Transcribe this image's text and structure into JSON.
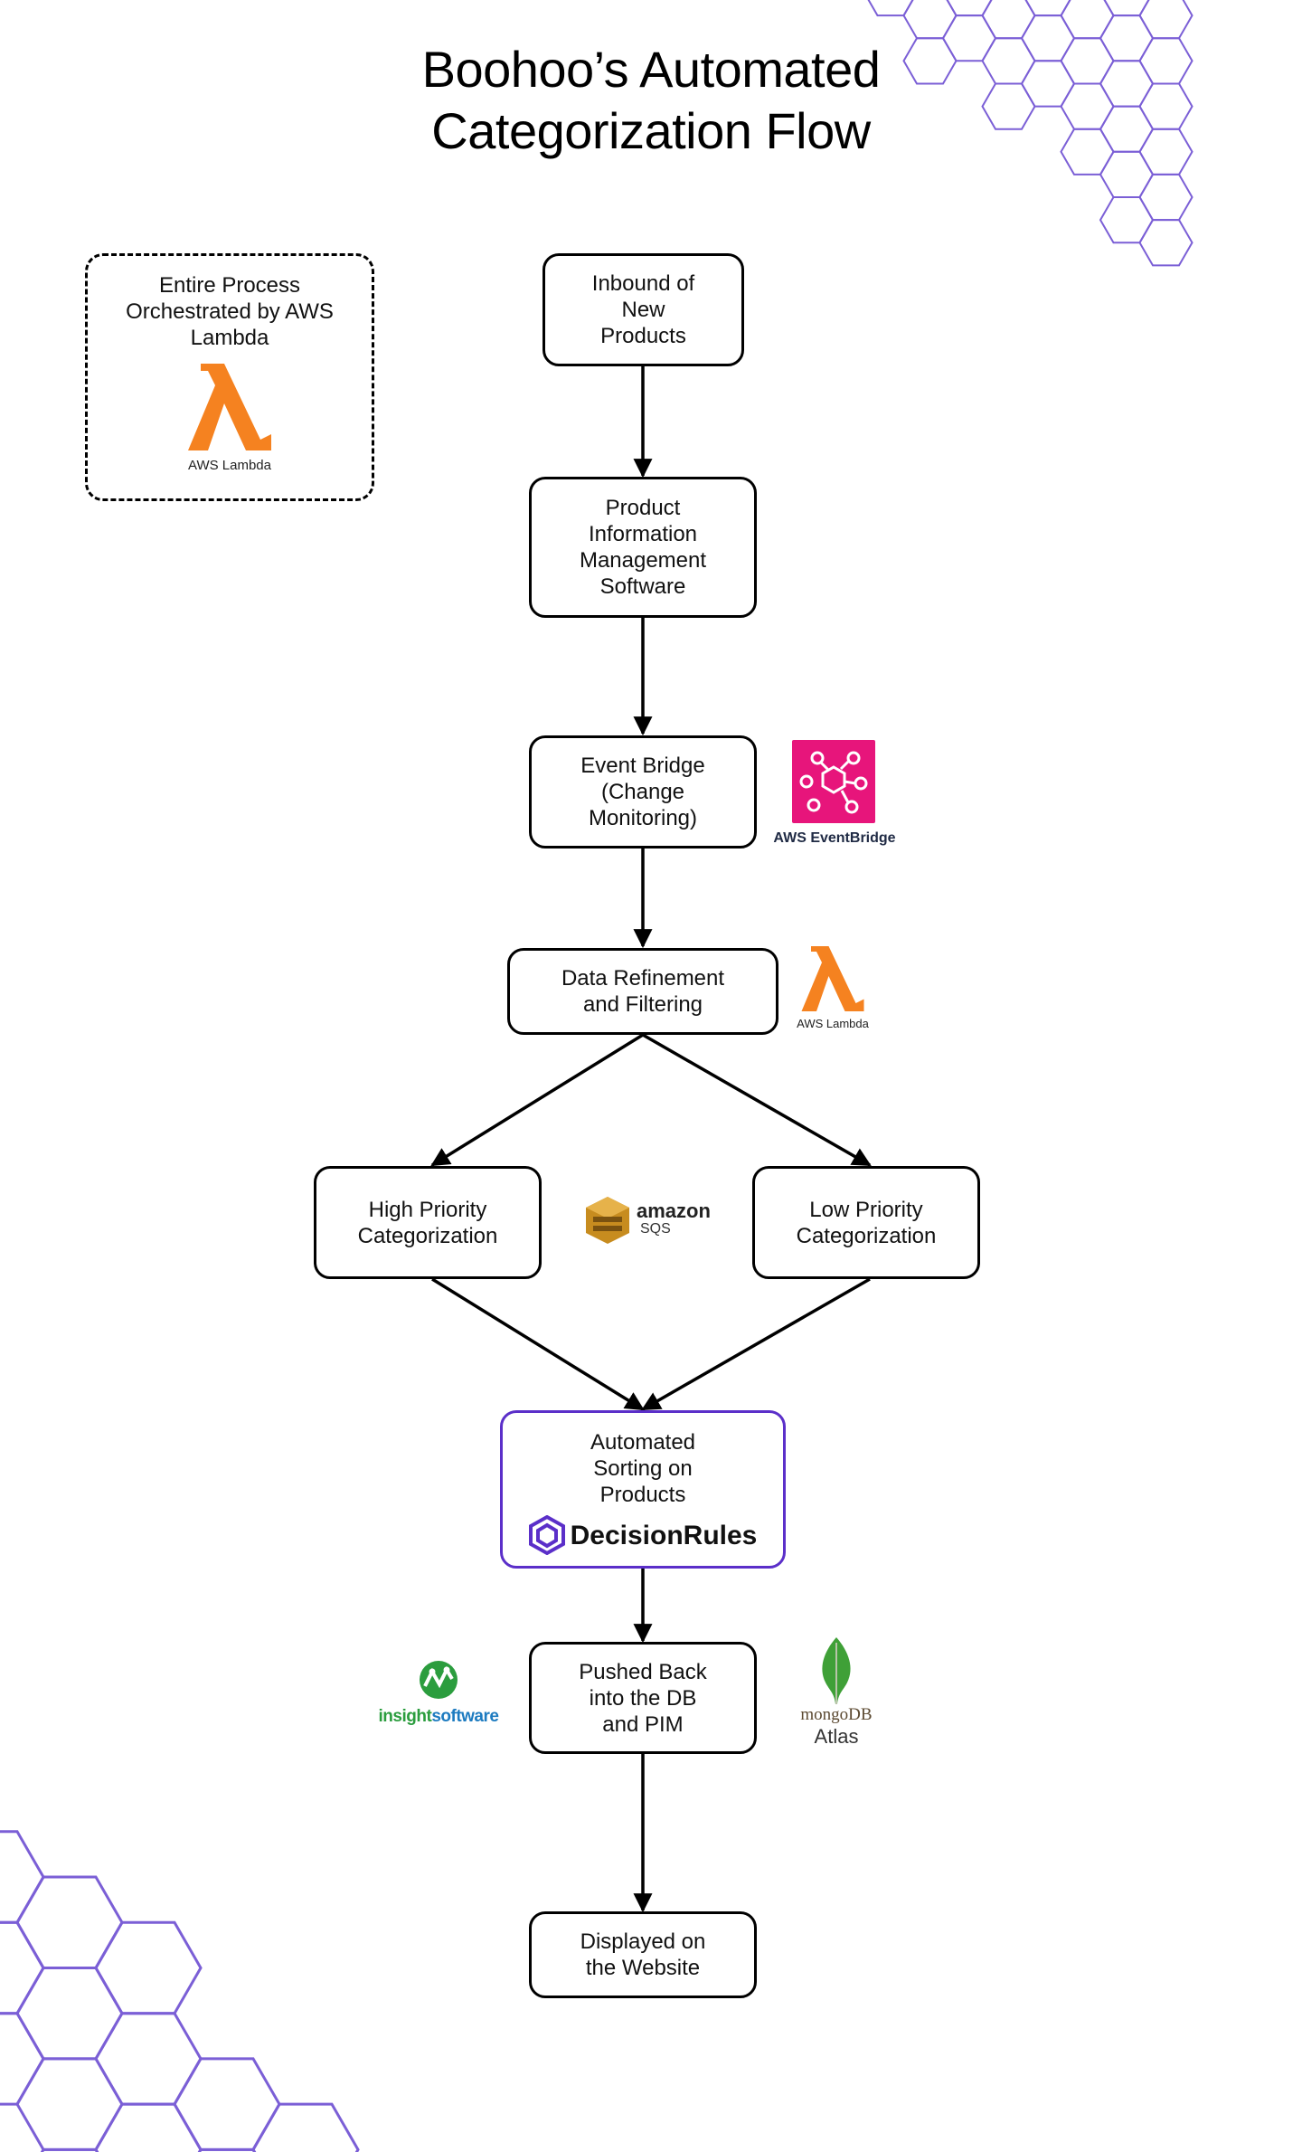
{
  "title": {
    "line1": "Boohoo’s Automated",
    "line2": "Categorization Flow"
  },
  "orchestration": {
    "text": "Entire Process\nOrchestrated by AWS\nLambda",
    "logo_caption": "AWS Lambda",
    "logo_icon": "lambda-icon"
  },
  "nodes": {
    "inbound": "Inbound of\nNew\nProducts",
    "pim": "Product\nInformation\nManagement\nSoftware",
    "eventbridge": "Event Bridge\n(Change\nMonitoring)",
    "refine": "Data Refinement\nand Filtering",
    "high": "High Priority\nCategorization",
    "low": "Low Priority\nCategorization",
    "sorting": "Automated\nSorting on\nProducts",
    "pushed": "Pushed Back\ninto the DB\nand PIM",
    "displayed": "Displayed on\nthe Website"
  },
  "logos": {
    "eventbridge": {
      "caption": "AWS EventBridge",
      "color": "#e7157b",
      "icon": "eventbridge-icon"
    },
    "lambda": {
      "caption": "AWS Lambda",
      "color": "#f58220",
      "icon": "lambda-icon"
    },
    "sqs": {
      "word": "amazon",
      "sub": "SQS",
      "color": "#c78c1f",
      "icon": "sqs-icon"
    },
    "decisionrules": {
      "word": "DecisionRules",
      "color": "#5b2fc9",
      "icon": "hexagon-icon"
    },
    "insightsoftware": {
      "part1": "insight",
      "part2": "software",
      "color1": "#2b9d3e",
      "color2": "#1d7bc0",
      "icon": "insightsoftware-icon"
    },
    "mongodb": {
      "word": "mongoDB",
      "sub": "Atlas",
      "color": "#3fa037",
      "icon": "mongodb-leaf-icon"
    }
  },
  "colors": {
    "accent": "#5b2fc9",
    "hex_pattern": "#7b5fd6",
    "line": "#000000"
  }
}
